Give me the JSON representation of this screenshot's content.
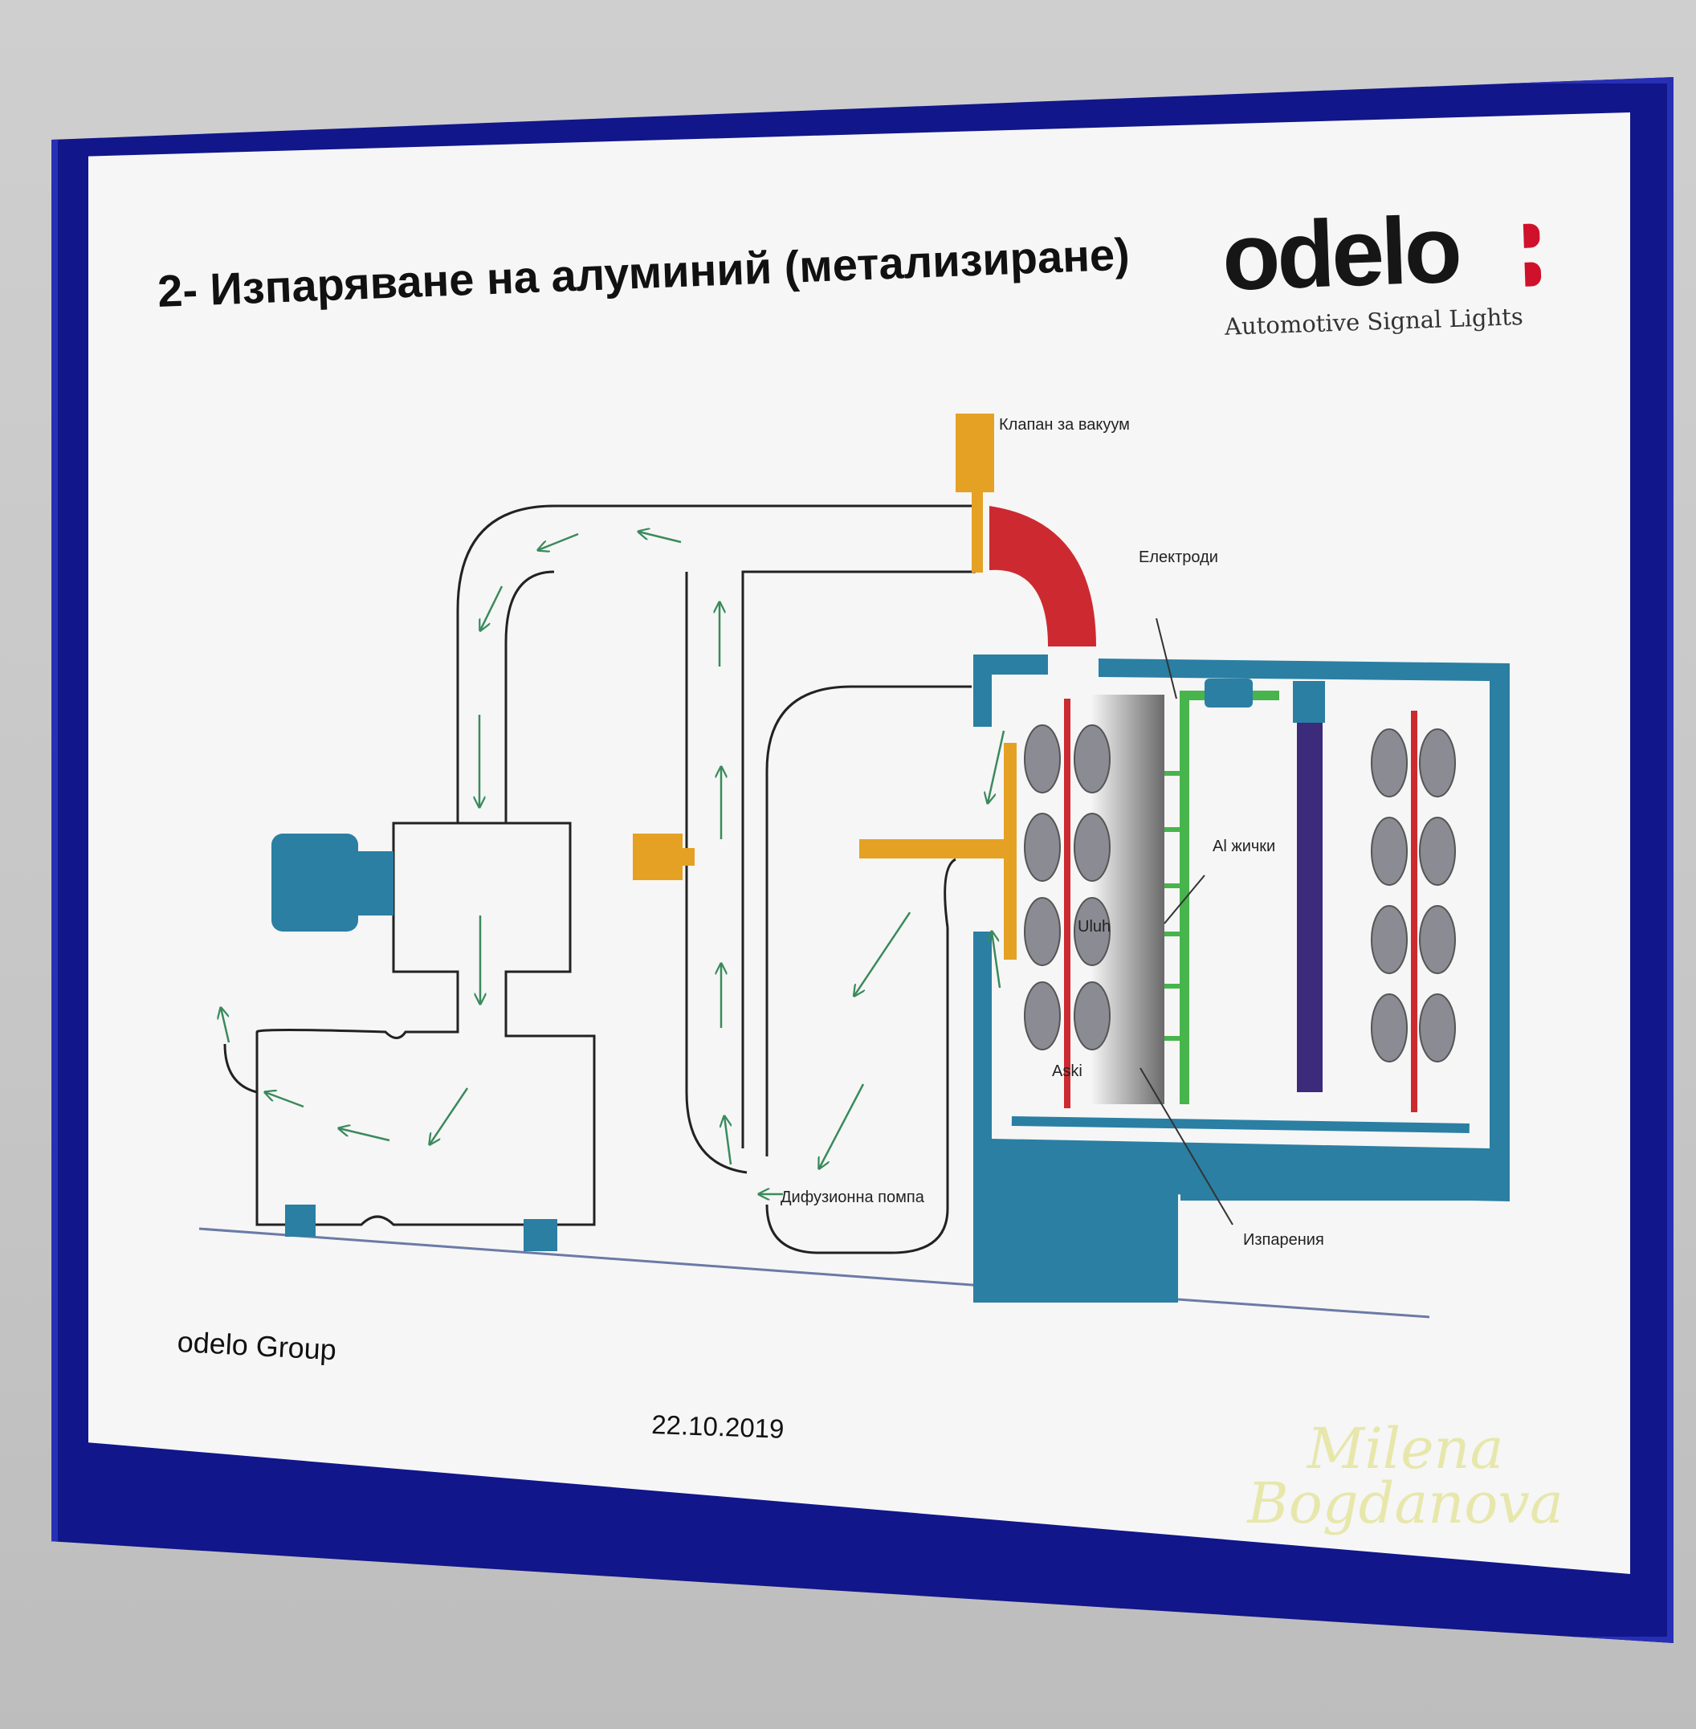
{
  "poster": {
    "title": "2- Изпаряване на алуминий (метализиране)",
    "footer_left": "odelo Group",
    "date": "22.10.2019"
  },
  "logo": {
    "word": "odelo",
    "subtitle": "Automotive Signal Lights",
    "accent_color": "#d0112b"
  },
  "labels": {
    "vacuum_valve": "Клапан за вакуум",
    "electrodes": "Електроди",
    "al_wires": "Al жички",
    "diffusion_pump": "Дифузионна помпа",
    "vapors": "Изпарения",
    "label_small_1": "Uluh",
    "label_small_2": "Aski"
  },
  "watermark": {
    "line1": "Milena",
    "line2": "Bogdanova"
  },
  "colors": {
    "frame_blue": "#11168a",
    "chamber_teal": "#2a7fa3",
    "pipe_red": "#cc2a30",
    "valve_orange": "#e5a124",
    "electrode_green": "#47b54c",
    "heater_purple": "#3c2a7a",
    "arrow_green": "#3a8a5c"
  }
}
